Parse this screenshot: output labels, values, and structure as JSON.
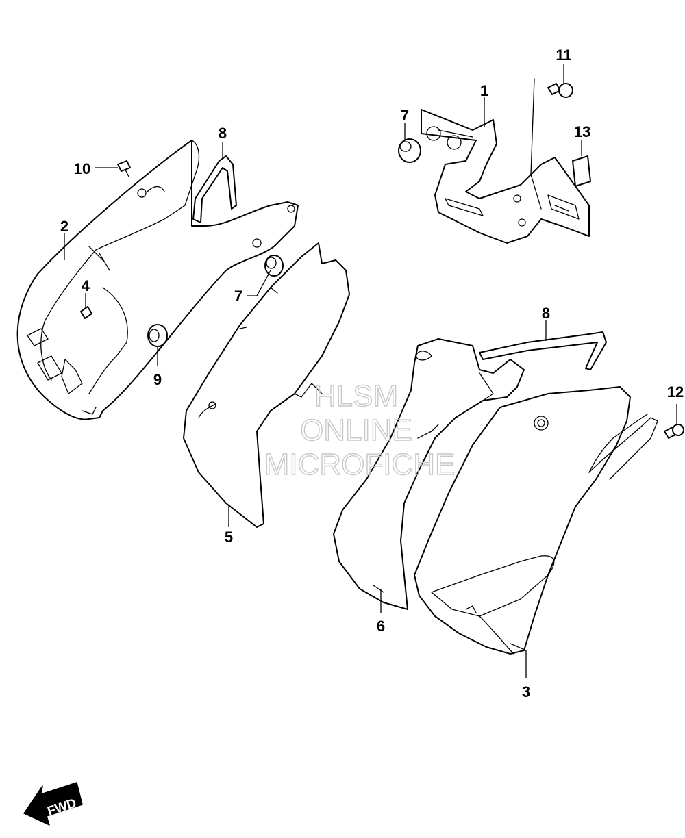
{
  "callouts": {
    "c1": "1",
    "c2": "2",
    "c3": "3",
    "c4": "4",
    "c5": "5",
    "c6": "6",
    "c7a": "7",
    "c7b": "7",
    "c8a": "8",
    "c8b": "8",
    "c9": "9",
    "c10": "10",
    "c11": "11",
    "c12": "12",
    "c13": "13"
  },
  "watermark": {
    "line1": "HLSM",
    "line2": "ONLINE",
    "line3": "MICROFICHE"
  },
  "direction": {
    "label": "FWD"
  }
}
